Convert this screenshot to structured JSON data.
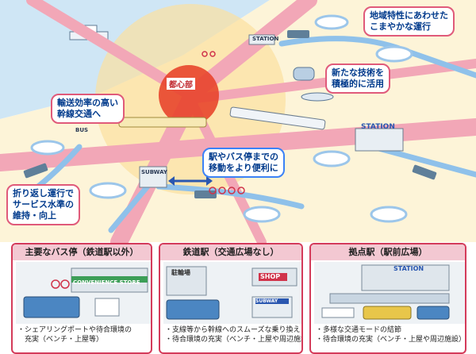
{
  "callouts": {
    "regional": [
      "地域特性にあわせた",
      "こまやかな運行"
    ],
    "tech": [
      "新たな技術を",
      "積極的に活用"
    ],
    "trunk": [
      "輸送効率の高い",
      "幹線交通へ"
    ],
    "access": [
      "駅やバス停までの",
      "移動をより便利に"
    ],
    "turnaround": [
      "折り返し運行で",
      "サービス水準の",
      "維持・向上"
    ]
  },
  "labels": {
    "hub": "都心部",
    "station_top": "STATION",
    "station_main": "STATION",
    "subway": "SUBWAY",
    "bus": "BUS"
  },
  "panels": [
    {
      "title": "主要なバス停（鉄道駅以外）",
      "sign": "CONVENIENCE STORE",
      "bullets": [
        "・シェアリングポートや待合環境の",
        "　充実（ベンチ・上屋等）"
      ]
    },
    {
      "title": "鉄道駅（交通広場なし）",
      "sign": "駐輪場",
      "sign2": "SHOP",
      "sign3": "SUBWAY",
      "bullets": [
        "・支線等から幹線へのスムーズな乗り換え",
        "・待合環境の充実（ベンチ・上屋や周辺施設）"
      ]
    },
    {
      "title": "拠点駅（駅前広場）",
      "sign": "STATION",
      "bullets": [
        "・多様な交通モードの結節",
        "・待合環境の充実（ベンチ・上屋や周辺施設）"
      ]
    }
  ],
  "colors": {
    "road_trunk": "#f2a7b7",
    "road_feeder": "#8fc1ea",
    "sea": "#cfe6f5",
    "land": "#fbe7b0",
    "hub": "#e8452c",
    "frame": "#d43b5a"
  }
}
